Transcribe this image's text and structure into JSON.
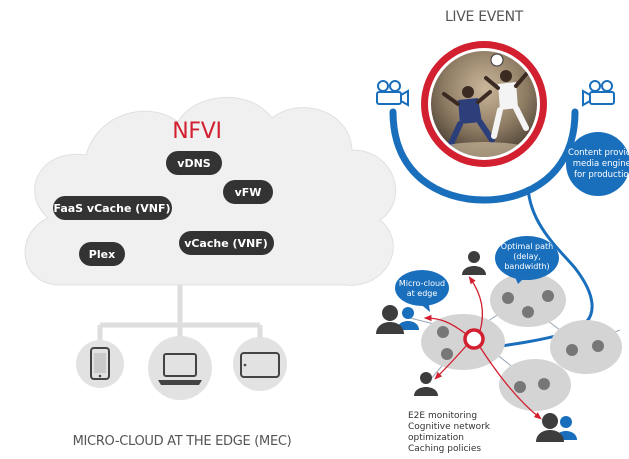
{
  "left_panel": {
    "cloud_title": "NFVI",
    "functions": [
      {
        "label": "vDNS"
      },
      {
        "label": "vFW"
      },
      {
        "label": "FaaS vCache (VNF)"
      },
      {
        "label": "vCache (VNF)"
      },
      {
        "label": "Plex"
      }
    ],
    "devices": [
      {
        "icon": "smartphone-icon"
      },
      {
        "icon": "laptop-icon"
      },
      {
        "icon": "tablet-icon"
      }
    ],
    "caption": "MICRO-CLOUD AT THE EDGE (MEC)"
  },
  "right_panel": {
    "title": "LIVE EVENT",
    "event_image": "soccer-players-photo",
    "cameras": [
      {
        "icon": "video-camera-icon"
      },
      {
        "icon": "video-camera-icon"
      }
    ],
    "callouts": {
      "content_provider": [
        "Content provider",
        "media engines",
        "for production"
      ],
      "optimal_path": [
        "Optimal path",
        "(delay,",
        "bandwidth)"
      ],
      "micro_cloud": [
        "Micro-cloud",
        "at edge"
      ]
    },
    "bottom_notes": [
      "E2E monitoring",
      "Cognitive network",
      "optimization",
      "Caching policies"
    ],
    "colors": {
      "accent_red": "#d22030",
      "accent_blue": "#1a6fbd",
      "node_gray": "#d4d4d4",
      "dark_pill": "#333333"
    }
  }
}
